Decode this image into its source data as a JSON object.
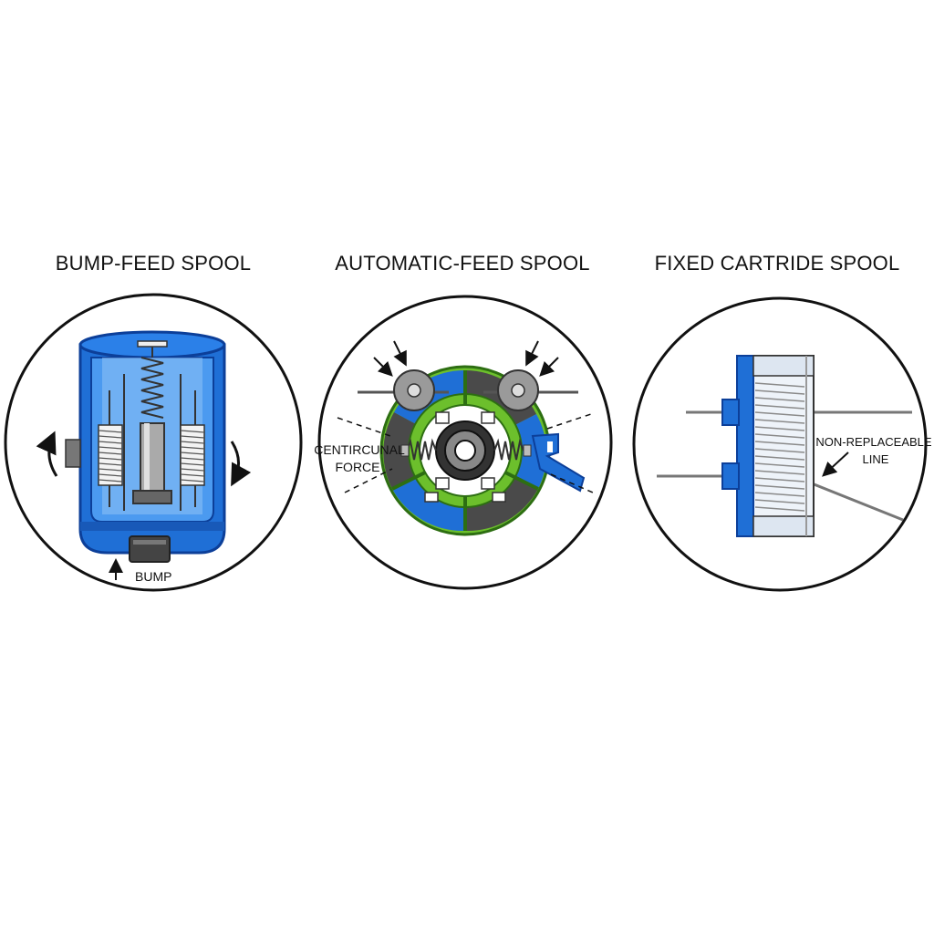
{
  "panels": [
    {
      "title": "BUMP-FEED SPOOL",
      "labels": {
        "bump": "BUMP"
      }
    },
    {
      "title": "AUTOMATIC-FEED SPOOL",
      "labels": {
        "force_line1": "CENTIRCUNAL",
        "force_line2": "FORCE"
      }
    },
    {
      "title": "FIXED CARTRIDE SPOOL",
      "labels": {
        "line_line1": "NON-REPLACEABLE",
        "line_line2": "LINE"
      }
    }
  ],
  "colors": {
    "blue": "#1f6fd6",
    "dark_blue": "#0c3f99",
    "green": "#6cbf2c",
    "dark_gray": "#4a4a4a",
    "light_gray": "#c8cfd8",
    "outline": "#111111"
  }
}
